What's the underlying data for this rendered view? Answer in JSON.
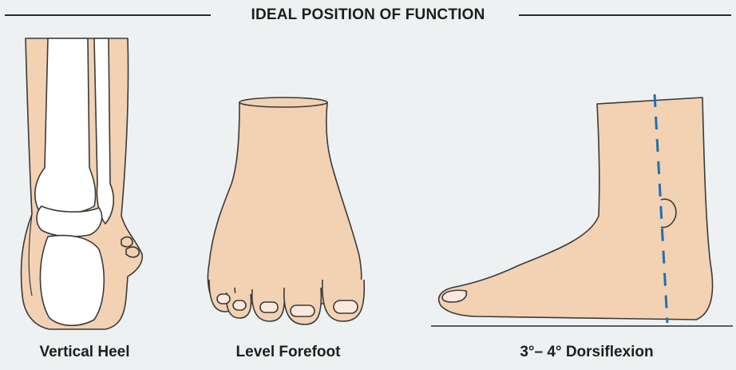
{
  "title": "IDEAL POSITION OF FUNCTION",
  "captions": {
    "heel": "Vertical Heel",
    "forefoot": "Level Forefoot",
    "dorsiflexion": "3°– 4° Dorsiflexion"
  },
  "colors": {
    "skin": "#f2d2b3",
    "outline": "#3a3a3a",
    "bone": "#ffffff",
    "axis_dash": "#1f6fb3",
    "background": "#eef1f2"
  }
}
